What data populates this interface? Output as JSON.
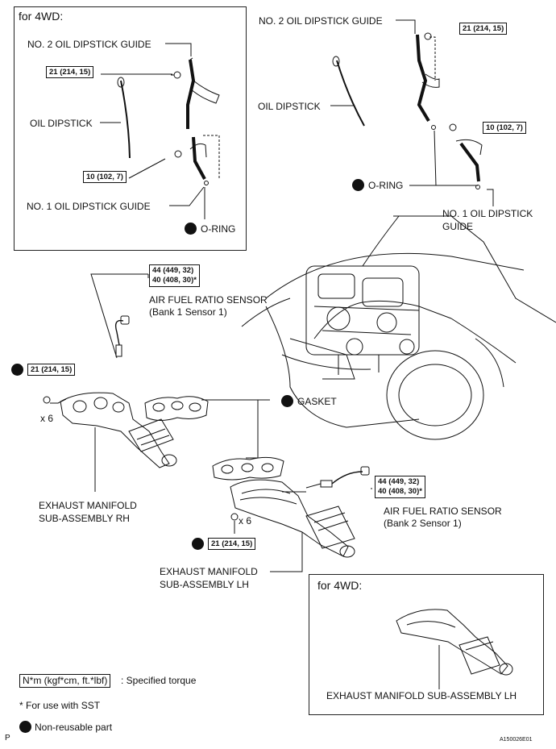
{
  "panels": {
    "top_left_title": "for 4WD:",
    "bottom_right_title": "for 4WD:"
  },
  "labels": {
    "tl_no2_guide": "NO. 2 OIL DIPSTICK GUIDE",
    "tl_oil_dipstick": "OIL DIPSTICK",
    "tl_no1_guide": "NO. 1 OIL DIPSTICK GUIDE",
    "tl_oring": "O-RING",
    "tr_no2_guide": "NO. 2 OIL DIPSTICK GUIDE",
    "tr_oil_dipstick": "OIL DIPSTICK",
    "tr_oring": "O-RING",
    "tr_no1_guide_line1": "NO. 1 OIL DIPSTICK",
    "tr_no1_guide_line2": "GUIDE",
    "afs1_line1": "AIR FUEL RATIO SENSOR",
    "afs1_line2": "(Bank 1 Sensor 1)",
    "gasket": "GASKET",
    "x6_rh": "x 6",
    "em_rh_line1": "EXHAUST MANIFOLD",
    "em_rh_line2": "SUB-ASSEMBLY RH",
    "x6_lh": "x 6",
    "afs2_line1": "AIR FUEL RATIO SENSOR",
    "afs2_line2": "(Bank 2 Sensor 1)",
    "em_lh_line1": "EXHAUST MANIFOLD",
    "em_lh_line2": "SUB-ASSEMBLY LH",
    "em_lh_4wd": "EXHAUST MANIFOLD SUB-ASSEMBLY LH"
  },
  "torque": {
    "tl_upper": "21 (214, 15)",
    "tl_lower": "10 (102, 7)",
    "tr_upper": "21 (214, 15)",
    "tr_lower": "10 (102, 7)",
    "afs1_a": "44 (449, 32)",
    "afs1_b": "40 (408, 30)*",
    "rh_bolt": "21 (214, 15)",
    "afs2_a": "44 (449, 32)",
    "afs2_b": "40 (408, 30)*",
    "lh_bolt": "21 (214, 15)"
  },
  "legend": {
    "torque_units": "N*m (kgf*cm, ft.*lbf)",
    "torque_desc": ": Specified torque",
    "sst_note": "* For use with SST",
    "non_reusable": "Non-reusable part"
  },
  "corner": {
    "left": "P",
    "right": "A150026E01"
  }
}
